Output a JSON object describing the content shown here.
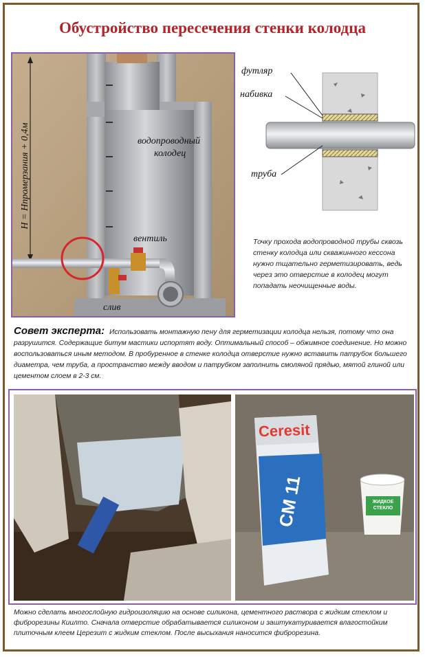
{
  "title": "Обустройство пересечения стенки колодца",
  "well_diagram": {
    "depth_label": "H = Hпромерзания + 0,4м",
    "well_label_line1": "водопроводный",
    "well_label_line2": "колодец",
    "valve_label": "вентиль",
    "drain_label": "слив"
  },
  "pipe_diagram": {
    "sleeve_label": "футляр",
    "packing_label": "набивка",
    "pipe_label": "труба"
  },
  "caption": "Точку прохода водопроводной трубы сквозь стенку колодца или скважинного кессона нужно тщательно герметизировать, ведь через это отверстие в колодец могут попадать неочищенные воды.",
  "advice": {
    "heading": "Совет эксперта:",
    "text": "Использовать монтажную пену для герметизации колодца нельзя, потому что она разрушится. Содержащие битум мастики испортят воду. Оптимальный способ – обжимное соединение. Но можно воспользоваться иным методом. В пробуренное в стенке колодца отверстие нужно вставить патрубок большего диаметра, чем труба, а пространство между вводом и патрубком заполнить смоляной прядью, мятой глиной или цементом слоем в 2-3 см."
  },
  "photos": {
    "bag_brand": "Ceresit",
    "bag_product": "CM 11",
    "bucket_label": "ЖИДКОЕ СТЕКЛО"
  },
  "bottom_text": "Можно сделать многослойную гидроизоляцию на основе силикона, цементного раствора с жидким стеклом и фиброрезины Киилто. Сначала отверстие обрабатывается силиконом и заштукатуривается влагостойким плиточным клеем Церезит с жидким стеклом. После высыхания наносится фиброрезина.",
  "colors": {
    "title": "#b0242a",
    "frame": "#7a5a2a",
    "box_border": "#8e5ea2",
    "highlight_circle": "#d6262b"
  }
}
